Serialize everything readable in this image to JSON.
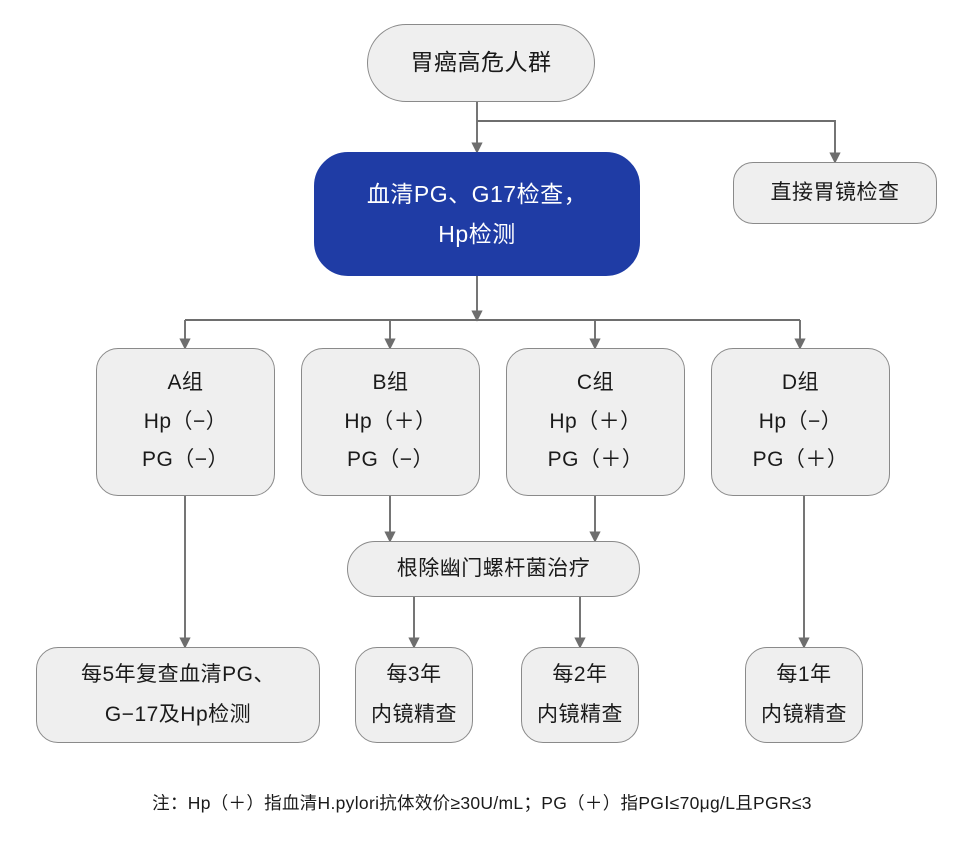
{
  "diagram": {
    "colors": {
      "node_fill": "#EFEFEF",
      "node_border": "#8a8a8a",
      "highlight_fill": "#1F3CA5",
      "highlight_text": "#FFFFFF",
      "edge": "#6e6e6e",
      "background": "#FFFFFF"
    },
    "root": {
      "label": "胃癌高危人群"
    },
    "screening": {
      "line1": "血清PG、G17检查，",
      "line2": "Hp检测"
    },
    "direct_endoscopy": {
      "label": "直接胃镜检查"
    },
    "groups": [
      {
        "name": "A组",
        "hp": "Hp（−）",
        "pg": "PG（−）"
      },
      {
        "name": "B组",
        "hp": "Hp（＋）",
        "pg": "PG（−）"
      },
      {
        "name": "C组",
        "hp": "Hp（＋）",
        "pg": "PG（＋）"
      },
      {
        "name": "D组",
        "hp": "Hp（−）",
        "pg": "PG（＋）"
      }
    ],
    "treatment": {
      "label": "根除幽门螺杆菌治疗"
    },
    "followups": [
      {
        "line1": "每5年复查血清PG、",
        "line2": "G−17及Hp检测"
      },
      {
        "line1": "每3年",
        "line2": "内镜精查"
      },
      {
        "line1": "每2年",
        "line2": "内镜精查"
      },
      {
        "line1": "每1年",
        "line2": "内镜精查"
      }
    ],
    "footnote": "注：Hp（＋）指血清H.pylori抗体效价≥30U/mL；PG（＋）指PGⅠ≤70μg/L且PGR≤3"
  }
}
